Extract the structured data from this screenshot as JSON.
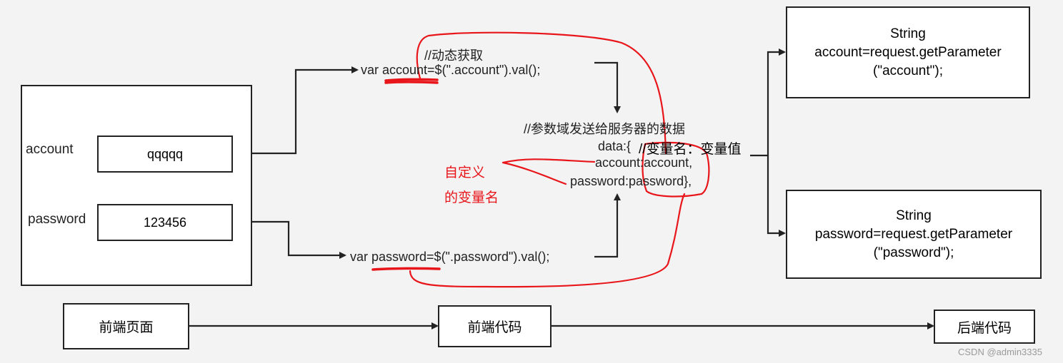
{
  "form": {
    "account_label": "account",
    "account_value": "qqqqq",
    "password_label": "password",
    "password_value": "123456"
  },
  "code": {
    "comment_dynamic": "//动态获取",
    "account_line": "var account=$(\".account\").val();",
    "password_line": "var password=$(\".password\").val();",
    "comment_params": "//参数域发送给服务器的数据",
    "data_open": "data:{",
    "data_comment": "//变量名：变量值",
    "data_account": "account:account,",
    "data_password": "password:password},"
  },
  "annotation": {
    "line1": "自定义",
    "line2": "的变量名"
  },
  "backend": {
    "account_box": [
      "String",
      "account=request.getParameter",
      "(\"account\");"
    ],
    "password_box": [
      "String",
      "password=request.getParameter",
      "(\"password\");"
    ]
  },
  "flow": {
    "frontend_page": "前端页面",
    "frontend_code": "前端代码",
    "backend_code": "后端代码"
  },
  "watermark": "CSDN @admin3335",
  "colors": {
    "stroke": "#222222",
    "annotation": "#e8161b",
    "background": "#f3f3f3"
  }
}
